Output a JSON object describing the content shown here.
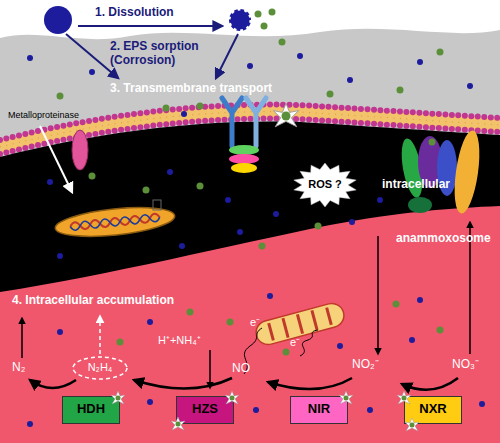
{
  "diagram": {
    "nodes": [
      {
        "text": [
          "intracellular"
        ]
      },
      {
        "text": [
          "ROS ?"
        ],
        "in": 0
      },
      {
        "text": [
          "anammoxosome",
          "4. Intracellular accumulation"
        ],
        "in": 0
      },
      {
        "text": [
          "N₂H₄"
        ],
        "in": 2
      },
      {
        "text": [
          "HDH"
        ],
        "in": 2
      },
      {
        "text": [
          "HZS"
        ],
        "in": 2
      },
      {
        "text": [
          "NIR"
        ],
        "in": 2
      },
      {
        "text": [
          "NXR"
        ],
        "in": 2
      }
    ],
    "labels": [
      "1. Dissolution",
      "2. EPS sorption (Corrosion)",
      "3. Transmembrane transport",
      "Metalloproteinase",
      "N₂",
      "H⁺+NH₄⁺",
      "NO",
      "NO₂⁻",
      "NO₃⁻",
      "e⁻",
      "e⁻"
    ]
  }
}
